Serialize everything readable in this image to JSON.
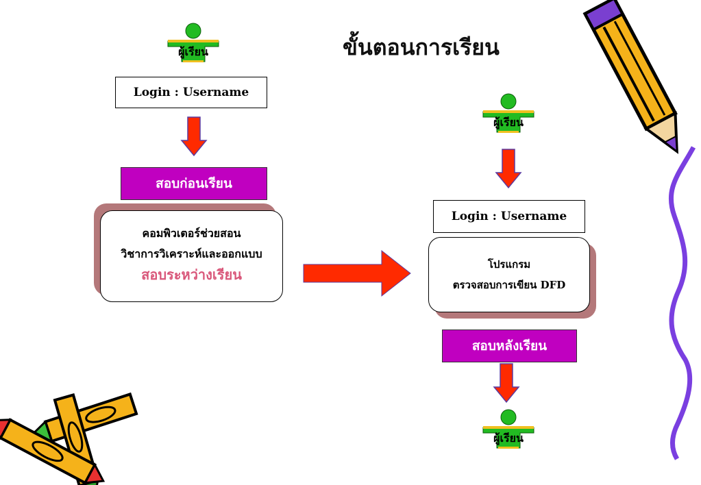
{
  "title": "ขั้นตอนการเรียน",
  "learner_label": "ผู้เรียน",
  "left": {
    "login": "Login : Username",
    "pretest": "สอบก่อนเรียน",
    "card_line1": "คอมพิวเตอร์ช่วยสอน",
    "card_line2": "วิชาการวิเคราะห์และออกแบบ",
    "card_line3": "สอบระหว่างเรียน"
  },
  "right": {
    "login": "Login : Username",
    "card_line1": "โปรแกรม",
    "card_line2": "ตรวจสอบการเขียน DFD",
    "posttest": "สอบหลังเรียน"
  },
  "colors": {
    "magenta": "#c000c0",
    "arrow_red": "#ff2a00",
    "arrow_outline": "#5a3aa0",
    "shadow": "#b4787a",
    "learner_green": "#22bb22"
  },
  "icons": [
    "learner-icon",
    "pencil-icon",
    "crayon-icon",
    "wavy-line"
  ]
}
